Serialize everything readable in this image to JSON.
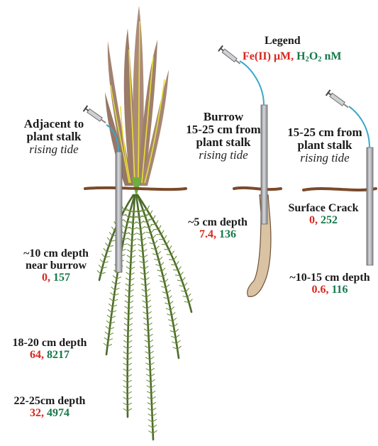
{
  "legend": {
    "title": "Legend",
    "fe_label": "Fe(II) μM,",
    "h2o2_prefix": "H",
    "h2o2_sub1": "2",
    "h2o2_mid": "O",
    "h2o2_sub2": "2",
    "h2o2_suffix": " nM"
  },
  "sites": {
    "adjacent": {
      "line1": "Adjacent to",
      "line2": "plant stalk",
      "tide": "rising tide"
    },
    "burrow": {
      "line1": "Burrow",
      "line2": "15-25 cm from",
      "line3": "plant stalk",
      "tide": "rising tide"
    },
    "crack": {
      "line1": "15-25 cm from",
      "line2": "plant stalk",
      "tide": "rising tide"
    }
  },
  "measurements": [
    {
      "id": "near_burrow",
      "depth_line1": "~10 cm depth",
      "depth_line2": "near burrow",
      "fe": "0,",
      "h2o2": "157"
    },
    {
      "id": "18_20",
      "depth_line1": "18-20 cm depth",
      "fe": "64,",
      "h2o2": "8217"
    },
    {
      "id": "22_25",
      "depth_line1": "22-25cm depth",
      "fe": "32,",
      "h2o2": "4974"
    },
    {
      "id": "burrow_5",
      "depth_line1": "~5 cm depth",
      "fe": "7.4,",
      "h2o2": "136"
    },
    {
      "id": "surface_crack",
      "depth_line1": "Surface Crack",
      "fe": "0,",
      "h2o2": "252"
    },
    {
      "id": "crack_10_15",
      "depth_line1": "~10-15 cm depth",
      "fe": "0.6,",
      "h2o2": "116"
    }
  ],
  "colors": {
    "fe": "#d7261e",
    "h2o2": "#17784a",
    "soil": "#7a4a2a",
    "burrow": "#d9c3a3",
    "stalk_brown": "#a07f6d",
    "stalk_stripe": "#e8df3a",
    "root_green": "#4b6b2a",
    "probe_gray": "#a9aaad",
    "tubing_blue": "#39a7c9"
  }
}
